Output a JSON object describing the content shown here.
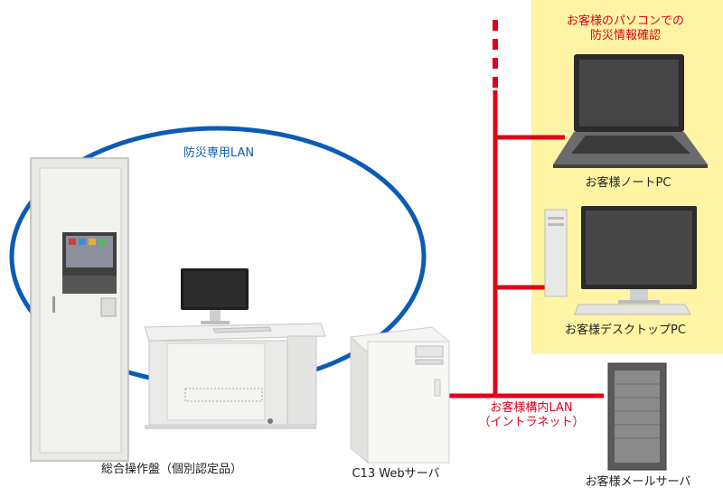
{
  "colors": {
    "lan_blue": "#0b5bb6",
    "lan_red": "#e0001b",
    "highlight_bg": "#fff4a3",
    "text_dark": "#222222"
  },
  "labels": {
    "disaster_lan": "防災専用LAN",
    "customer_check_line1": "お客様のパソコンでの",
    "customer_check_line2": "防災情報確認",
    "notebook_pc": "お客様ノートPC",
    "desktop_pc": "お客様デスクトップPC",
    "intranet_line1": "お客様構内LAN",
    "intranet_line2": "（イントラネット）",
    "mail_server": "お客様メールサーバ",
    "web_server": "C13 Webサーバ",
    "control_panel": "総合操作盤（個別認定品）"
  },
  "icons": {
    "control_cabinet": "control-cabinet-icon",
    "operator_desk": "operator-desk-icon",
    "web_server": "tower-server-icon",
    "notebook": "laptop-icon",
    "desktop": "desktop-pc-icon",
    "mail_server": "mail-server-icon"
  }
}
